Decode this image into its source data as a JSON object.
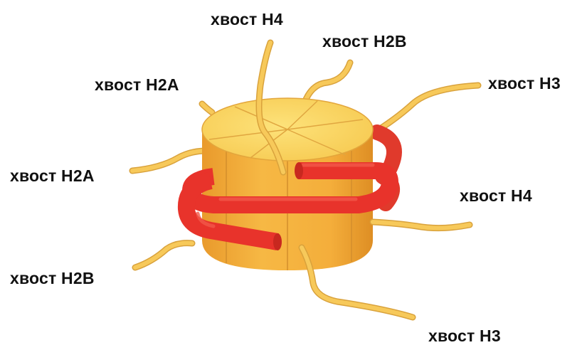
{
  "diagram": {
    "labels": {
      "h4_top": "хвост H4",
      "h2b_top": "хвост H2B",
      "h2a_top": "хвост H2A",
      "h3_right": "хвост H3",
      "h2a_left": "хвост H2A",
      "h4_right": "хвост H4",
      "h2b_left": "хвост H2B",
      "h3_bottom": "хвост H3"
    },
    "colors": {
      "core_side": "#F4AE3B",
      "core_top": "#FBD968",
      "tail": "#F7C95A",
      "dna": "#E8332B",
      "label_text": "#111111"
    }
  }
}
